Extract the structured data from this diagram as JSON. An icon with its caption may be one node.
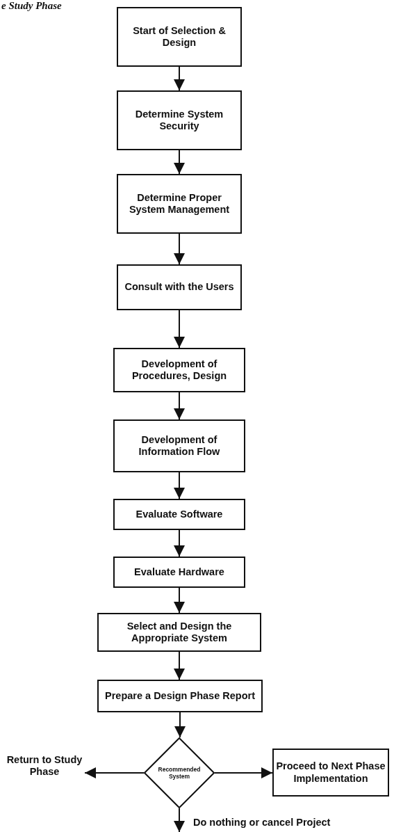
{
  "diagram": {
    "title": "e Study Phase",
    "nodes": [
      {
        "text": [
          "Start of Selection & Design"
        ]
      },
      {
        "text": [
          "Determine System Security"
        ]
      },
      {
        "text": [
          "Determine Proper System Management"
        ]
      },
      {
        "text": [
          "Consult with the Users"
        ]
      },
      {
        "text": [
          "Development of Procedures, Design"
        ]
      },
      {
        "text": [
          "Development of Information Flow"
        ]
      },
      {
        "text": [
          "Evaluate Software"
        ]
      },
      {
        "text": [
          "Evaluate Hardware"
        ]
      },
      {
        "text": [
          "Select and Design the Appropriate System"
        ]
      },
      {
        "text": [
          "Prepare a Design Phase Report"
        ]
      },
      {
        "text": [
          "Recommended System"
        ]
      },
      {
        "text": [
          "Return to Study Phase"
        ]
      },
      {
        "text": [
          "Proceed to Next Phase Implementation"
        ]
      }
    ],
    "edges": [
      {
        "from": 0,
        "to": 1,
        "arrow": "to"
      },
      {
        "from": 1,
        "to": 2,
        "arrow": "to"
      },
      {
        "from": 2,
        "to": 3,
        "arrow": "to"
      },
      {
        "from": 3,
        "to": 4,
        "arrow": "to"
      },
      {
        "from": 4,
        "to": 5,
        "arrow": "to"
      },
      {
        "from": 5,
        "to": 6,
        "arrow": "to"
      },
      {
        "from": 6,
        "to": 7,
        "arrow": "to"
      },
      {
        "from": 7,
        "to": 8,
        "arrow": "to"
      },
      {
        "from": 8,
        "to": 9,
        "arrow": "to"
      },
      {
        "from": 9,
        "to": 10,
        "arrow": "to"
      },
      {
        "from": 10,
        "to": 11,
        "arrow": "to"
      },
      {
        "from": 10,
        "to": 12,
        "arrow": "to"
      },
      {
        "from": 10,
        "to": null,
        "arrow": "to",
        "label": "Do nothing or cancel Project"
      }
    ]
  }
}
